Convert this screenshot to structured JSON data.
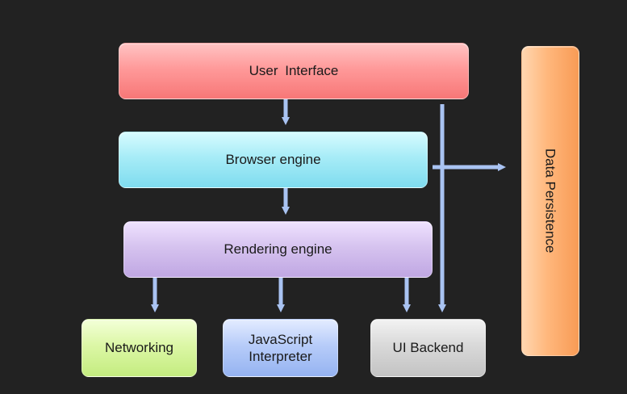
{
  "diagram": {
    "boxes": {
      "user_interface": "User  Interface",
      "browser_engine": "Browser engine",
      "rendering_engine": "Rendering engine",
      "networking": "Networking",
      "javascript_interpreter_line1": "JavaScript",
      "javascript_interpreter_line2": "Interpreter",
      "ui_backend": "UI Backend",
      "data_persistence": "Data Persistence"
    },
    "colors": {
      "background": "#222222",
      "user_interface": "#ff9a9a",
      "browser_engine": "#a7ecf7",
      "rendering_engine": "#d6c3ef",
      "networking": "#dcf7a6",
      "javascript_interpreter": "#b7ccf9",
      "ui_backend": "#d9d9d9",
      "data_persistence": "#ffb77c",
      "arrow": "#a9c3f2"
    }
  }
}
